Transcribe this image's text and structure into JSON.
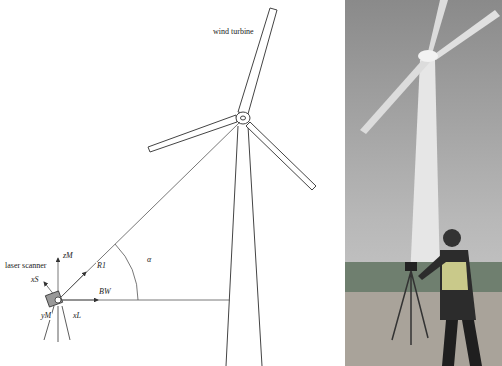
{
  "diagram": {
    "labels": [
      "wind turbine",
      "laser scanner",
      "zM",
      "xS",
      "R1",
      "α",
      "BW",
      "yM",
      "xL"
    ]
  }
}
